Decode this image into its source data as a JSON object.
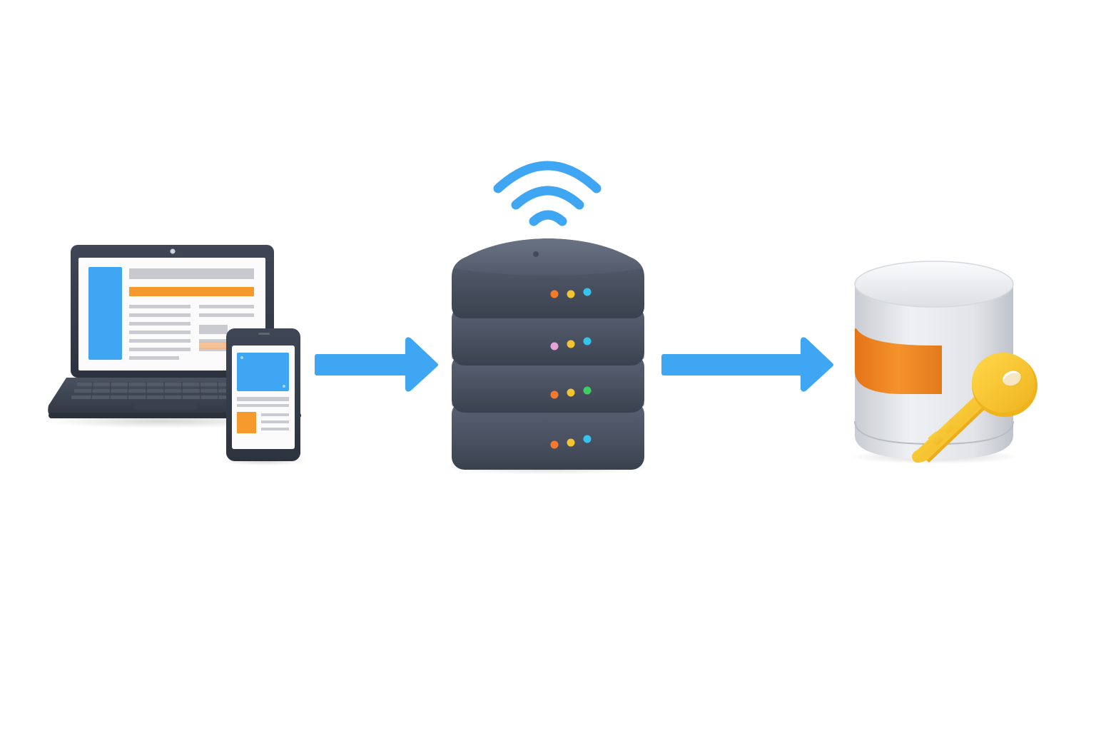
{
  "diagram": {
    "nodes": [
      {
        "id": "client-devices",
        "icon": "laptop-and-phone-icon"
      },
      {
        "id": "server",
        "icon": "server-stack-icon"
      },
      {
        "id": "database",
        "icon": "database-with-key-icon"
      }
    ],
    "edges": [
      {
        "from": "client-devices",
        "to": "server"
      },
      {
        "from": "server",
        "to": "database"
      }
    ],
    "wireless_icon": "wifi-icon"
  },
  "colors": {
    "accent_blue": "#3EA6F3",
    "accent_orange": "#F79A2E",
    "server_body": "#4B5563",
    "server_dark": "#3A4250",
    "device_frame": "#374151",
    "db_silver": "#E2E4E8",
    "db_orange": "#F28A1F",
    "key_yellow": "#F5C431",
    "led_orange": "#F57A2C",
    "led_yellow": "#F5C431",
    "led_cyan": "#35C4EE",
    "led_pink": "#E7A2D6",
    "led_green": "#3FCF60"
  }
}
